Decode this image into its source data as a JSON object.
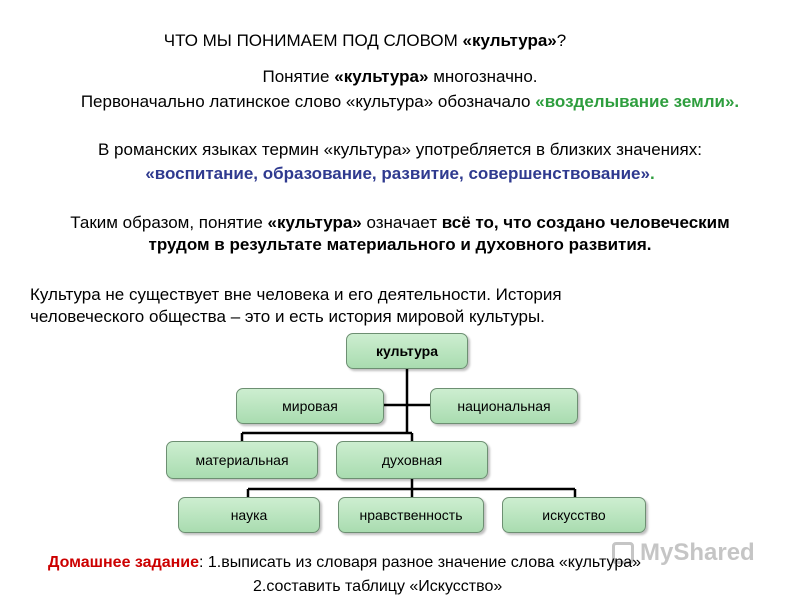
{
  "title": {
    "prefix": "ЧТО МЫ ПОНИМАЕМ ПОД СЛОВОМ ",
    "bold": "«культура»",
    "suffix": "?"
  },
  "intro": {
    "line1_pre": "Понятие ",
    "line1_bold": "«культура»",
    "line1_post": " многозначно.",
    "line2_pre": "Первоначально латинское слово «культура» обозначало ",
    "line2_green": "«возделывание земли».",
    "line3": "В романских языках термин «культура»  употребляется в близких значениях:",
    "line4_blue": "«воспитание, образование, развитие, совершенствование»",
    "line4_post": "."
  },
  "definition": {
    "pre": "Таким образом, понятие ",
    "bold1": "«культура»",
    "mid": "  означает ",
    "bold2": "всё то, что создано человеческим трудом  в результате материального и духовного развития."
  },
  "statement": "Культура не существует вне человека и его деятельности. История человеческого общества – это и есть история мировой культуры.",
  "diagram": {
    "root": "культура",
    "level1": [
      "мировая",
      "национальная"
    ],
    "level2": [
      "материальная",
      "духовная"
    ],
    "level3": [
      "наука",
      "нравственность",
      "искусство"
    ]
  },
  "homework": {
    "label": "Домашнее задание",
    "colon": ": ",
    "item1": "1.выписать из словаря разное значение слова «культура»",
    "item2": "2.составить таблицу «Искусство»"
  },
  "watermark": "MyShared",
  "colors": {
    "green_text": "#2e9e3e",
    "blue_text": "#2f3a8f",
    "homework_label": "#cc0000",
    "box_fill": "#b9e4bf"
  }
}
